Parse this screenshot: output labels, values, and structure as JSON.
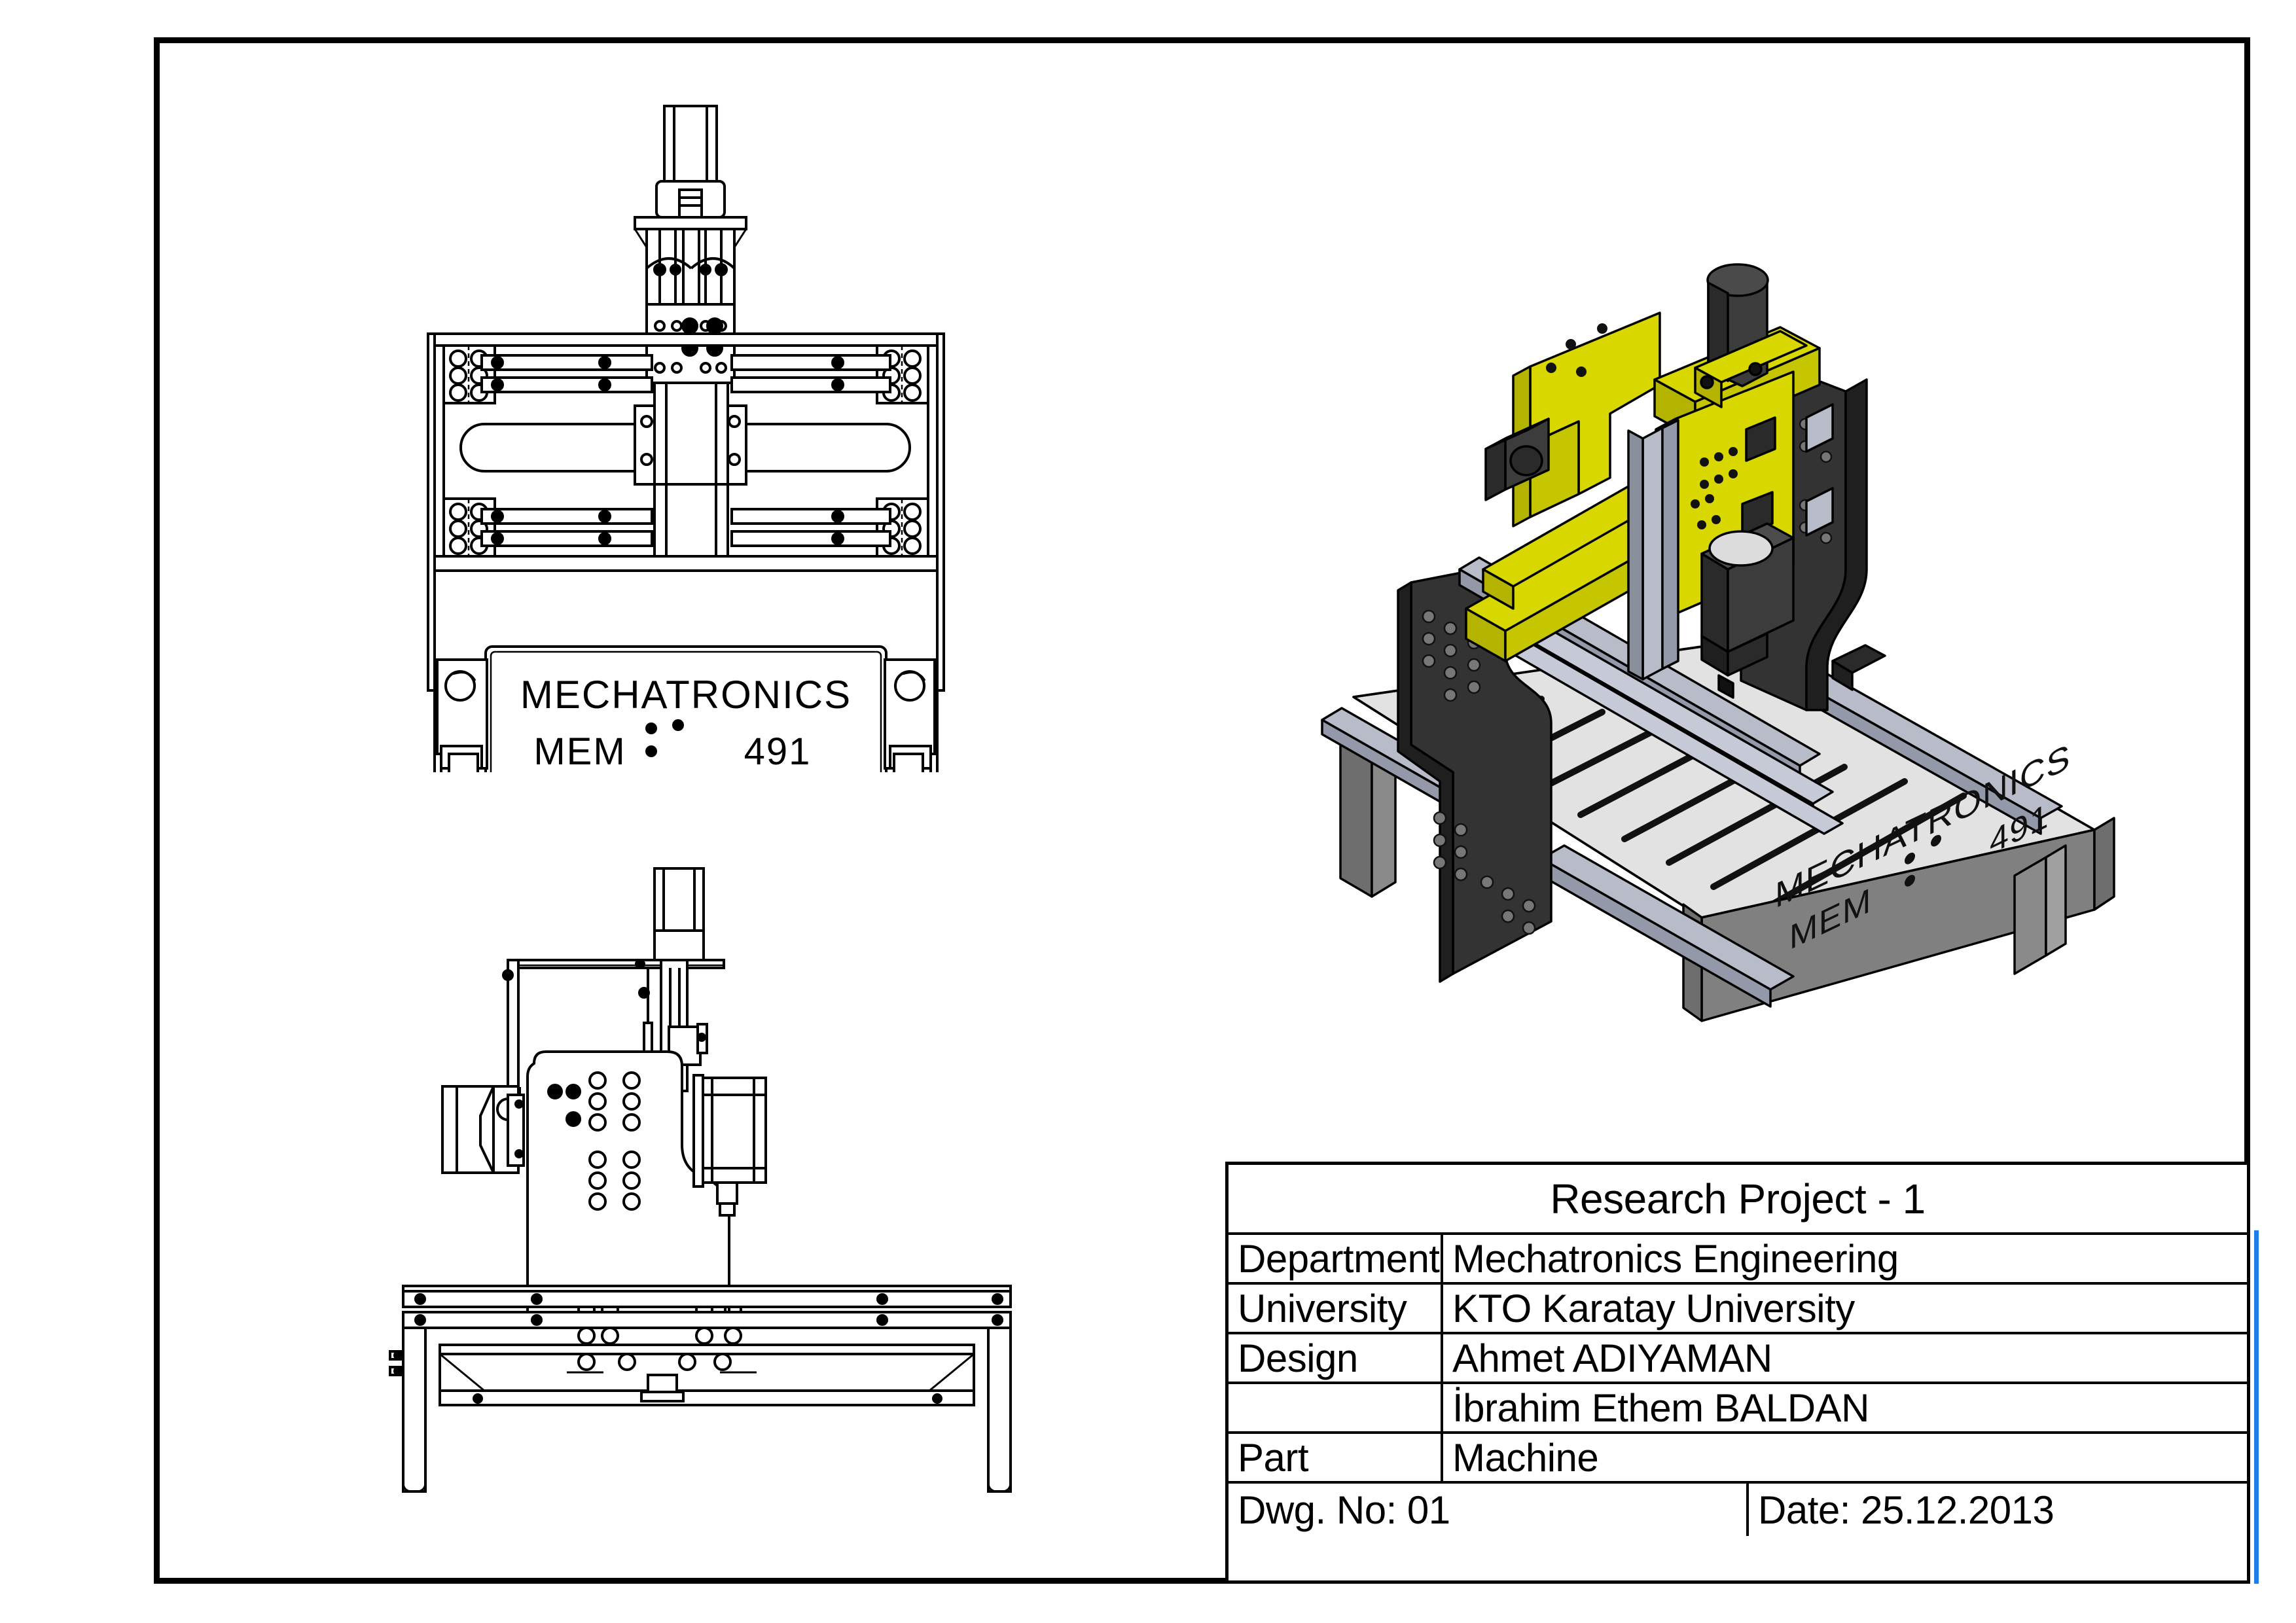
{
  "sheet": {
    "background": "#ffffff",
    "border_color": "#000000",
    "highlight_color": "#1f7fe8"
  },
  "title_block": {
    "heading": "Research Project - 1",
    "rows": [
      {
        "label": "Department",
        "value": "Mechatronics Engineering"
      },
      {
        "label": "University",
        "value": "KTO Karatay University"
      },
      {
        "label": "Design",
        "value": "Ahmet ADIYAMAN"
      },
      {
        "label": "",
        "value": "İbrahim Ethem BALDAN"
      },
      {
        "label": "Part",
        "value": "Machine"
      }
    ],
    "footer": {
      "drawing_number": "Dwg. No: 01",
      "date": "Date: 25.12.2013"
    }
  },
  "views": {
    "front": {
      "name": "front-elevation-view",
      "engraving_line1": "MECHATRONICS",
      "engraving_line2_left": "MEM",
      "engraving_line2_right": "491"
    },
    "side": {
      "name": "side-elevation-view"
    },
    "isometric": {
      "name": "isometric-3d-view",
      "engraving_line1": "MECHATRONICS",
      "engraving_line2_left": "MEM",
      "engraving_line2_right": "491",
      "colors": {
        "gantry_yellow": "#d8d800",
        "gantry_yellow_dark": "#b3b300",
        "plate_dark": "#333333",
        "plate_dark_side": "#1f1f1f",
        "table_top": "#e2e2e2",
        "table_front": "#808080",
        "table_front_dark": "#6e6e6e",
        "rail_steel": "#b8bcc8",
        "rail_steel_dark": "#9399a8",
        "motor_dark": "#3c3c3c",
        "leg_gray": "#7d7d7d",
        "outline": "#000000"
      }
    }
  }
}
